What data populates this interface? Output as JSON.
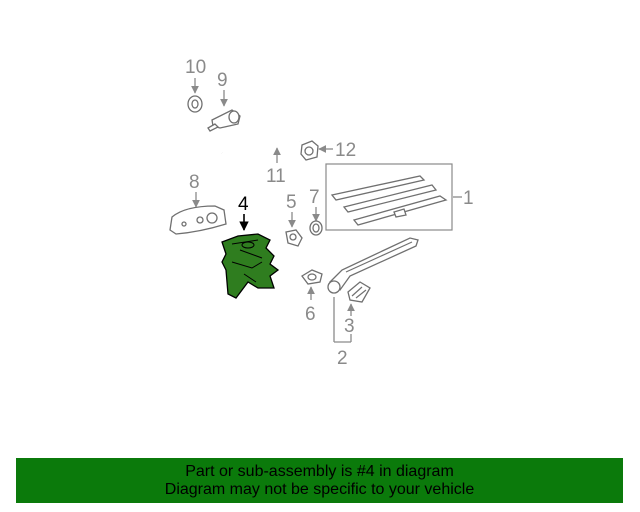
{
  "diagram": {
    "callouts": [
      {
        "id": "1",
        "label": "1",
        "highlighted": false
      },
      {
        "id": "2",
        "label": "2",
        "highlighted": false
      },
      {
        "id": "3",
        "label": "3",
        "highlighted": false
      },
      {
        "id": "4",
        "label": "4",
        "highlighted": true
      },
      {
        "id": "5",
        "label": "5",
        "highlighted": false
      },
      {
        "id": "6",
        "label": "6",
        "highlighted": false
      },
      {
        "id": "7",
        "label": "7",
        "highlighted": false
      },
      {
        "id": "8",
        "label": "8",
        "highlighted": false
      },
      {
        "id": "9",
        "label": "9",
        "highlighted": false
      },
      {
        "id": "10",
        "label": "10",
        "highlighted": false
      },
      {
        "id": "11",
        "label": "11",
        "highlighted": false
      },
      {
        "id": "12",
        "label": "12",
        "highlighted": false
      }
    ],
    "highlight_color": "#2f7d1f",
    "line_color": "#707070"
  },
  "banner": {
    "line1": "Part or sub-assembly is #4 in diagram",
    "line2": "Diagram may not be specific to your vehicle",
    "background": "#0b7a0b"
  }
}
